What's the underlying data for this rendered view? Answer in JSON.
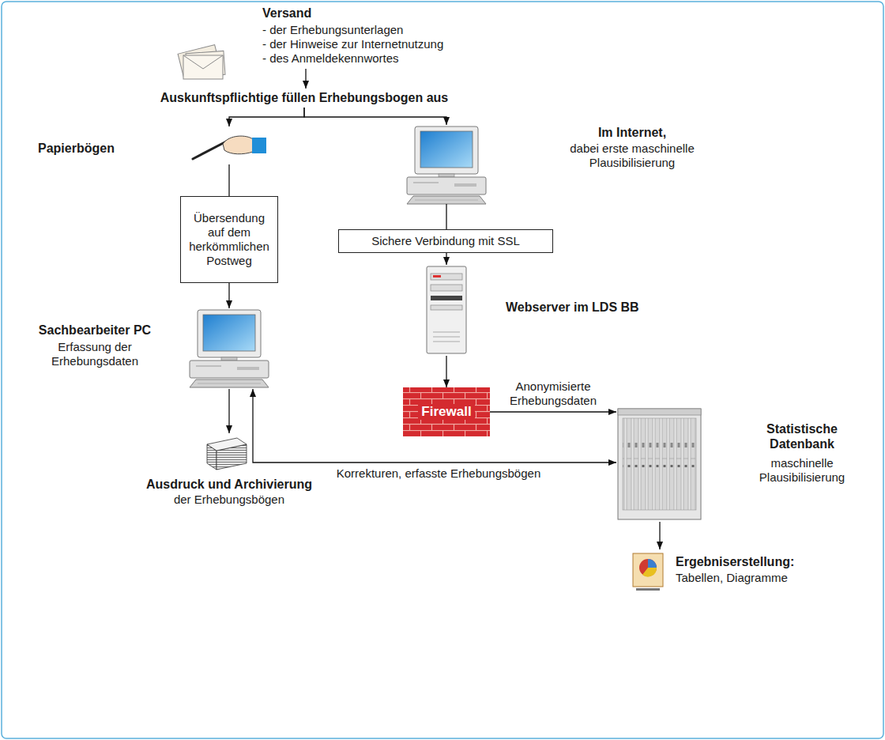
{
  "diagram": {
    "nodes": [
      {
        "text": [
          "Versand",
          "- der Erhebungsunterlagen",
          "- der Hinweise zur Internetnutzung",
          "- des Anmeldekennwortes"
        ]
      },
      {
        "text": [
          "Auskunftspflichtige füllen Erhebungsbogen aus"
        ]
      },
      {
        "text": [
          "Papierbögen"
        ]
      },
      {
        "text": [
          "Im Internet,",
          "dabei erste maschinelle Plausibilisierung"
        ]
      },
      {
        "text": [
          "Übersendung auf dem herkömmlichen Postweg"
        ]
      },
      {
        "text": [
          "Sichere Verbindung mit SSL"
        ]
      },
      {
        "text": [
          "Webserver im LDS BB"
        ]
      },
      {
        "text": [
          "Firewall"
        ]
      },
      {
        "text": [
          "Sachbearbeiter PC",
          "Erfassung der Erhebungsdaten"
        ]
      },
      {
        "text": [
          "Statistische Datenbank",
          "maschinelle Plausibilisierung"
        ]
      },
      {
        "text": [
          "Ausdruck und Archivierung",
          "der Erhebungsbögen"
        ]
      },
      {
        "text": [
          "Ergebniserstellung:",
          "Tabellen, Diagramme"
        ]
      }
    ],
    "edges": [
      {
        "from": 0,
        "to": 1,
        "arrow": "to"
      },
      {
        "from": 1,
        "to": 2,
        "arrow": "to"
      },
      {
        "from": 1,
        "to": 3,
        "arrow": "to"
      },
      {
        "from": 2,
        "to": 4,
        "arrow": "none"
      },
      {
        "from": 4,
        "to": 8,
        "arrow": "to"
      },
      {
        "from": 3,
        "to": 5,
        "arrow": "none"
      },
      {
        "from": 5,
        "to": 6,
        "arrow": "to"
      },
      {
        "from": 6,
        "to": 7,
        "arrow": "to"
      },
      {
        "from": 7,
        "to": 9,
        "arrow": "to",
        "label": "Anonymisierte Erhebungsdaten"
      },
      {
        "from": 8,
        "to": 10,
        "arrow": "to"
      },
      {
        "from": 9,
        "to": 8,
        "arrow": "both",
        "label": "Korrekturen, erfasste Erhebungsbögen"
      },
      {
        "from": 9,
        "to": 11,
        "arrow": "to"
      }
    ]
  }
}
